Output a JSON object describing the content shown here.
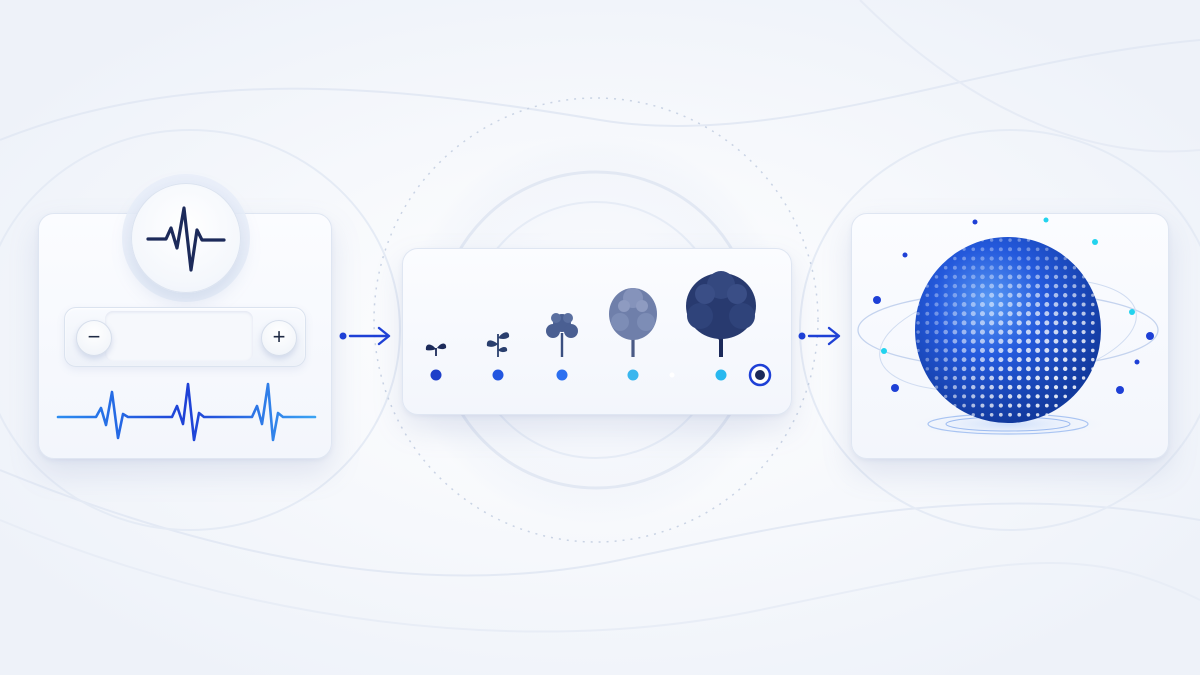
{
  "colors": {
    "background": "#f3f6fb",
    "accent": "#1e40d6",
    "accent_light": "#2b8cf0",
    "navy": "#1c2a5a",
    "cyan": "#22d3ee"
  },
  "stepper": {
    "minus_symbol": "−",
    "plus_symbol": "+"
  },
  "growth_timeline": {
    "stages": [
      "seedling",
      "sprout",
      "sapling",
      "young-tree",
      "mature-tree"
    ]
  },
  "icons": [
    "heartbeat-icon",
    "minus-icon",
    "plus-icon",
    "arrow-right-icon",
    "seedling-icon",
    "tree-icon",
    "particle-sphere"
  ]
}
